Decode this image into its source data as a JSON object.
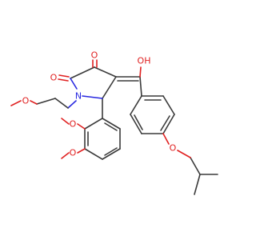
{
  "atoms": {
    "o_ketone": "O",
    "o_lactam": "O",
    "o_hydroxyl": "OH",
    "n_ring": "N",
    "o_methoxyethyl": "O",
    "o_methoxy_3": "O",
    "o_methoxy_4": "O",
    "o_isobutoxy": "O"
  }
}
